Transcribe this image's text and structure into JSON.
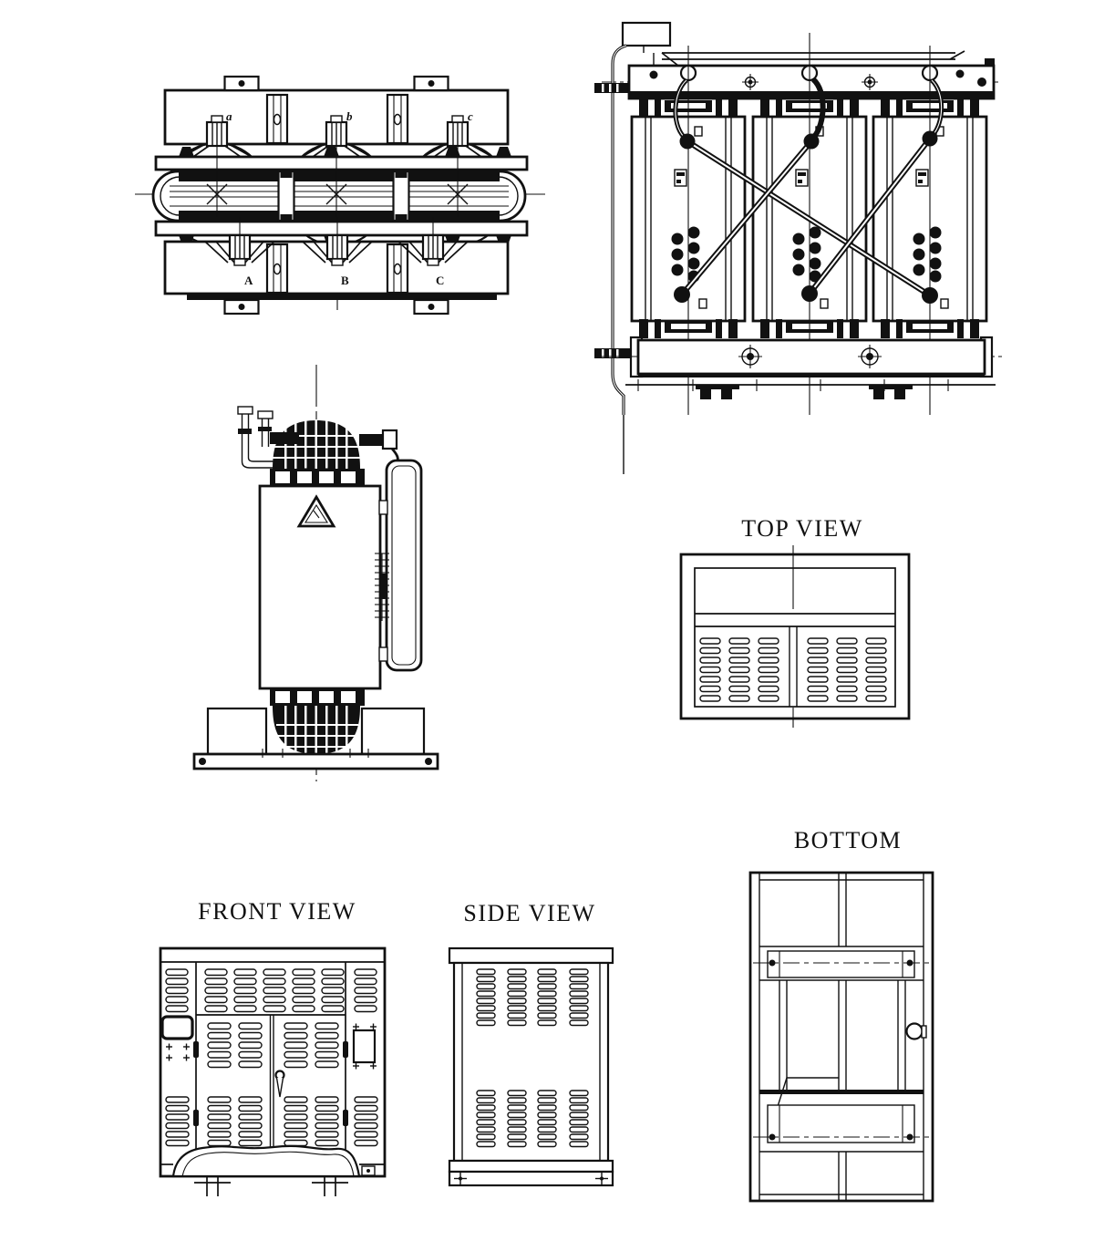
{
  "drawing": {
    "title_labels": {
      "top_view": "TOP VIEW",
      "bottom": "BOTTOM",
      "front_view": "FRONT VIEW",
      "side_view": "SIDE VIEW"
    },
    "core_assembly": {
      "phase_labels_top": [
        "a",
        "b",
        "c"
      ],
      "phase_labels_bottom": [
        "A",
        "B",
        "C"
      ]
    },
    "colors": {
      "line": "#111111",
      "background": "#ffffff"
    }
  }
}
